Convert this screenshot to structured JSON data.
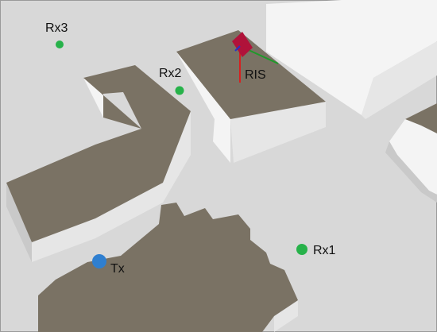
{
  "colors": {
    "ground": "#d8d8d8",
    "roof": "#7a7264",
    "wall_light": "#f4f4f4",
    "wall_mid": "#e6e6e6",
    "wall_dark": "#c9c9c9",
    "receiver": "#27b24a",
    "transmitter": "#2f7fd0",
    "ris_panel": "#b0123a",
    "axis_x": "#d62020",
    "axis_y": "#1e9a2a",
    "axis_z": "#2233cc"
  },
  "labels": {
    "rx1": "Rx1",
    "rx2": "Rx2",
    "rx3": "Rx3",
    "tx": "Tx",
    "ris": "RIS"
  }
}
